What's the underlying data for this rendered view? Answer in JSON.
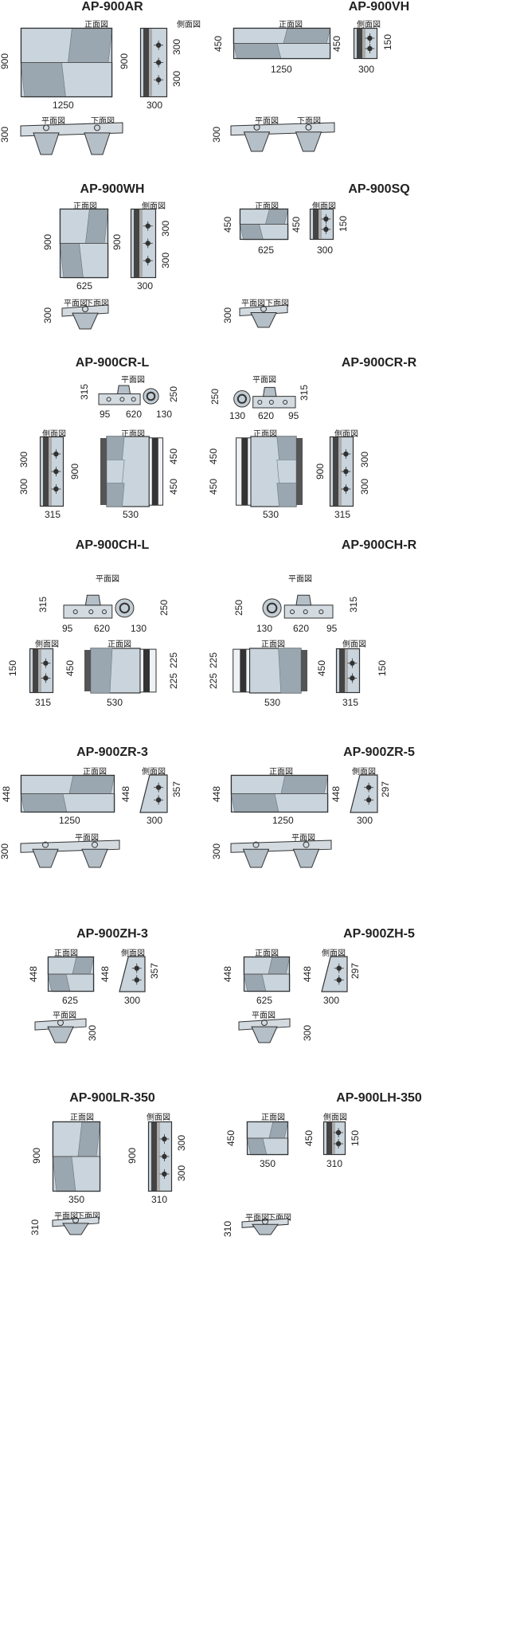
{
  "labels": {
    "front": "正面図",
    "side": "側面図",
    "plan": "平面図",
    "bottom": "下面図"
  },
  "colors": {
    "block_light": "#c9d4dc",
    "block_dark": "#9aa7b1",
    "outline": "#333333",
    "background": "#ffffff"
  },
  "products": [
    {
      "name": "AP-900AR",
      "dims": {
        "front_h": "900",
        "front_w": "1250",
        "side_h": "900",
        "side_a": "300",
        "side_b": "300",
        "side_w": "300",
        "plan_d": "300"
      }
    },
    {
      "name": "AP-900VH",
      "dims": {
        "front_h": "450",
        "front_w": "1250",
        "side_h": "450",
        "side_a": "150",
        "side_w": "300",
        "plan_d": "300"
      }
    },
    {
      "name": "AP-900WH",
      "dims": {
        "front_h": "900",
        "front_w": "625",
        "side_h": "900",
        "side_a": "300",
        "side_b": "300",
        "side_w": "300",
        "plan_d": "300"
      }
    },
    {
      "name": "AP-900SQ",
      "dims": {
        "front_h": "450",
        "front_w": "625",
        "side_h": "450",
        "side_a": "150",
        "side_w": "300",
        "plan_d": "300"
      }
    },
    {
      "name": "AP-900CR-L",
      "dims": {
        "plan_d": "315",
        "plan_r": "250",
        "plan_a": "95",
        "plan_w": "620",
        "plan_b": "130",
        "side_a": "300",
        "side_b": "300",
        "side_h": "900",
        "side_w": "315",
        "front_a": "450",
        "front_b": "450",
        "front_w": "530"
      }
    },
    {
      "name": "AP-900CR-R",
      "dims": {
        "plan_r": "250",
        "plan_d": "315",
        "plan_b": "130",
        "plan_w": "620",
        "plan_a": "95",
        "front_a": "450",
        "front_b": "450",
        "front_w": "530",
        "side_h": "900",
        "side_a": "300",
        "side_b": "300",
        "side_w": "315"
      }
    },
    {
      "name": "AP-900CH-L",
      "dims": {
        "plan_d": "315",
        "plan_r": "250",
        "plan_a": "95",
        "plan_w": "620",
        "plan_b": "130",
        "side_a": "150",
        "side_h": "450",
        "side_w": "315",
        "front_a": "225",
        "front_b": "225",
        "front_w": "530"
      }
    },
    {
      "name": "AP-900CH-R",
      "dims": {
        "plan_r": "250",
        "plan_d": "315",
        "plan_b": "130",
        "plan_w": "620",
        "plan_a": "95",
        "front_a": "225",
        "front_b": "225",
        "front_w": "530",
        "side_h": "450",
        "side_a": "150",
        "side_w": "315"
      }
    },
    {
      "name": "AP-900ZR-3",
      "dims": {
        "front_h": "448",
        "front_w": "1250",
        "side_h": "448",
        "side_a": "357",
        "side_w": "300",
        "plan_d": "300"
      }
    },
    {
      "name": "AP-900ZR-5",
      "dims": {
        "front_h": "448",
        "front_w": "1250",
        "side_h": "448",
        "side_a": "297",
        "side_w": "300",
        "plan_d": "300"
      }
    },
    {
      "name": "AP-900ZH-3",
      "dims": {
        "front_h": "448",
        "front_w": "625",
        "side_h": "448",
        "side_a": "357",
        "side_w": "300",
        "plan_d": "300"
      }
    },
    {
      "name": "AP-900ZH-5",
      "dims": {
        "front_h": "448",
        "front_w": "625",
        "side_h": "448",
        "side_a": "297",
        "side_w": "300",
        "plan_d": "300"
      }
    },
    {
      "name": "AP-900LR-350",
      "dims": {
        "front_h": "900",
        "front_w": "350",
        "side_h": "900",
        "side_a": "300",
        "side_b": "300",
        "side_w": "310",
        "plan_d": "310"
      }
    },
    {
      "name": "AP-900LH-350",
      "dims": {
        "front_h": "450",
        "front_w": "350",
        "side_h": "450",
        "side_a": "150",
        "side_w": "310",
        "plan_d": "310"
      }
    }
  ]
}
